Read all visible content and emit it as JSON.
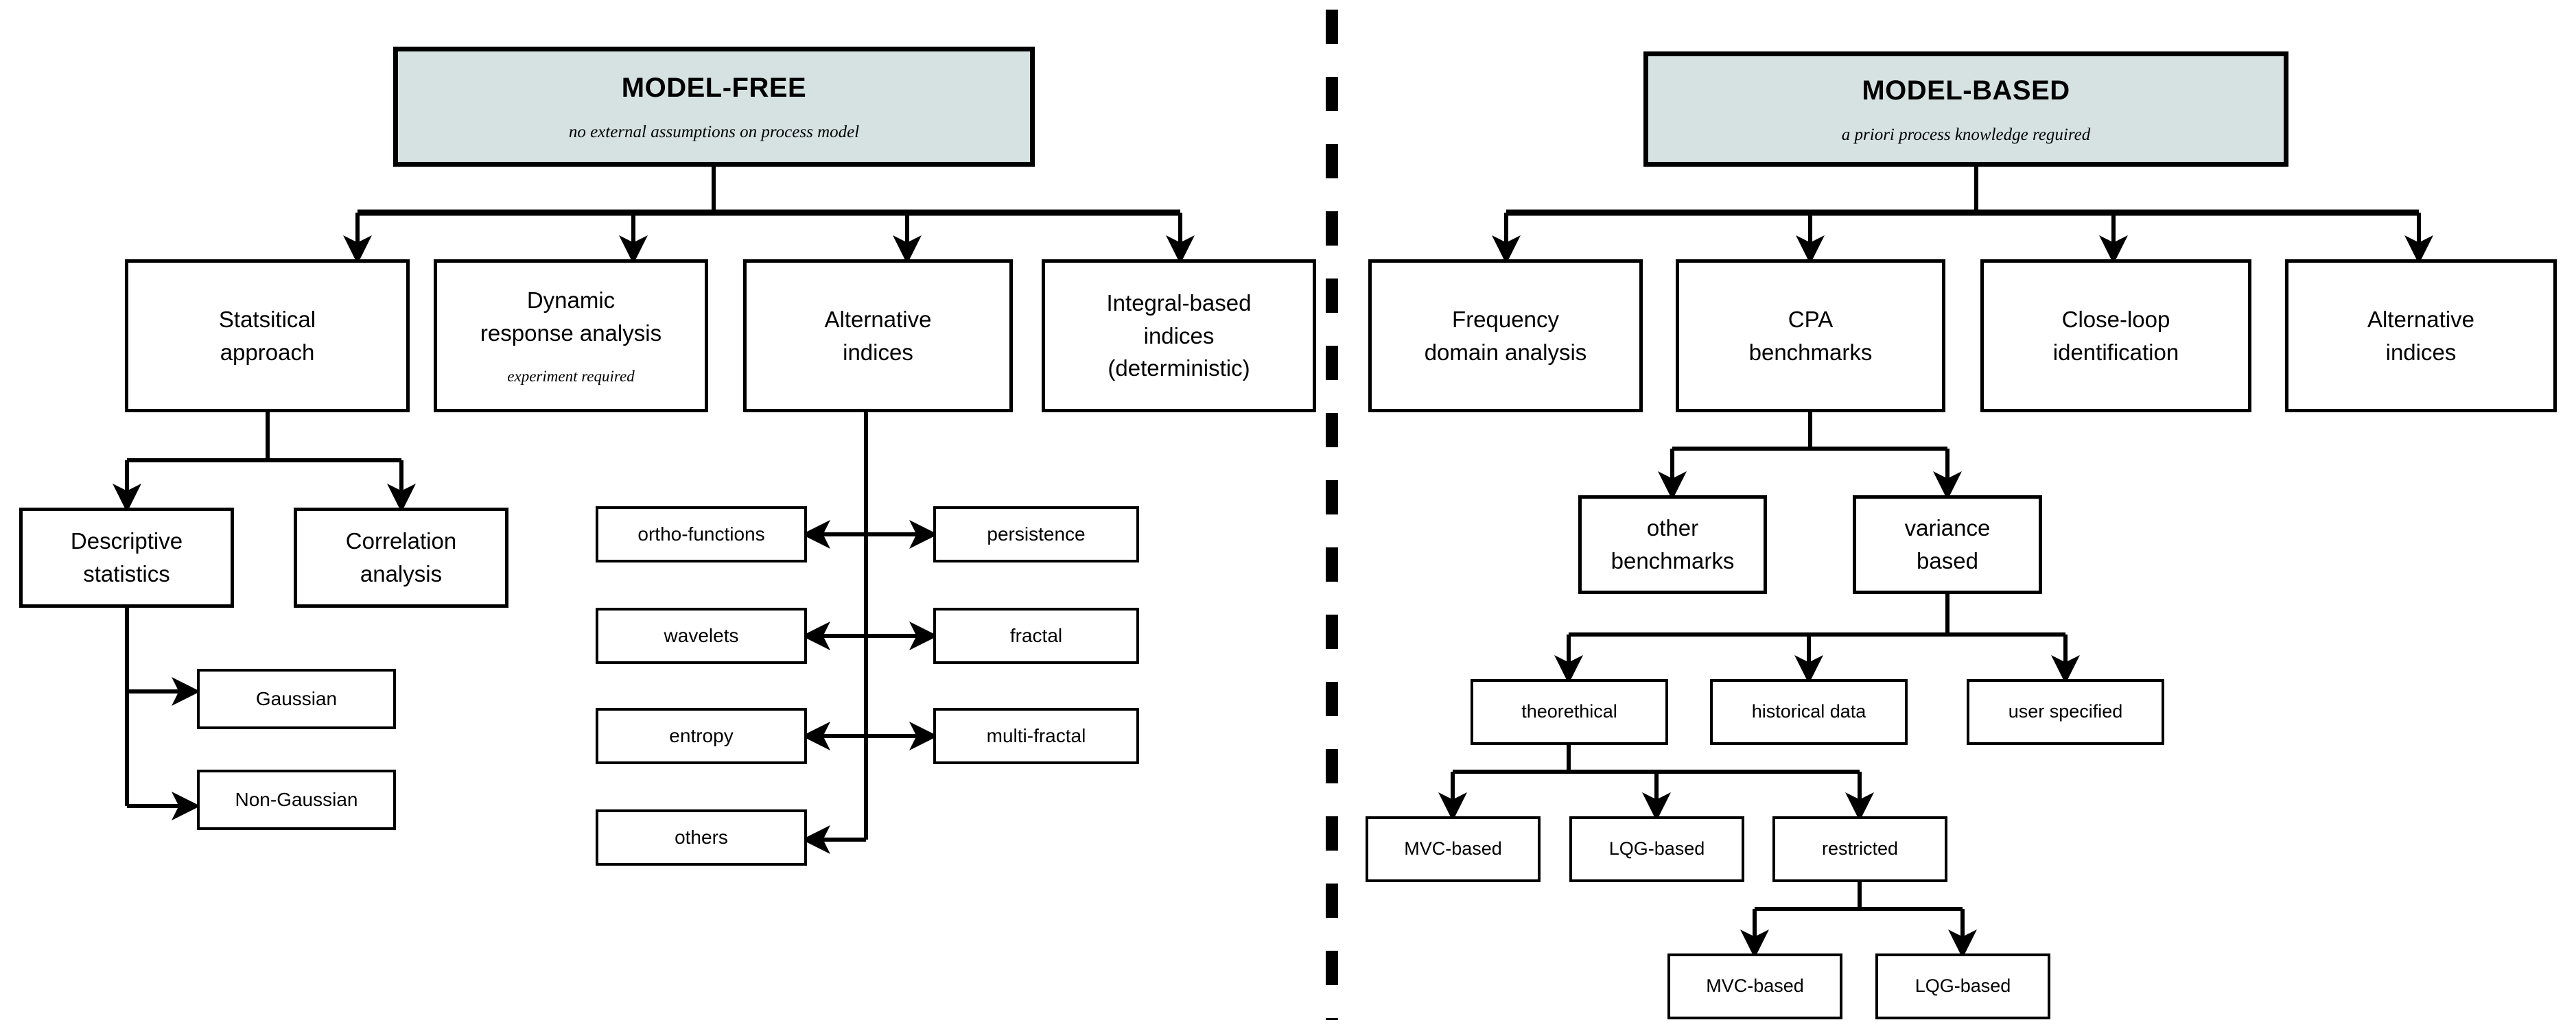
{
  "diagram": {
    "title_left": "MODEL-FREE",
    "title_right": "MODEL-BASED",
    "divider": "vertical-dashed-divider",
    "accent_fill": "#d6e2e2",
    "stroke": "#000000",
    "background": "#ffffff"
  },
  "left": {
    "header": {
      "title": "MODEL-FREE",
      "subtitle": "no external assumptions on process model"
    },
    "level2": [
      {
        "label": "Statsitical\napproach",
        "note": ""
      },
      {
        "label": "Dynamic\nresponse analysis",
        "note": "experiment required"
      },
      {
        "label": "Alternative\nindices",
        "note": ""
      },
      {
        "label": "Integral-based\nindices\n(deterministic)",
        "note": ""
      }
    ],
    "level3": [
      {
        "label": "Descriptive\nstatistics"
      },
      {
        "label": "Correlation\nanalysis"
      }
    ],
    "level4": [
      {
        "label": "Gaussian"
      },
      {
        "label": "Non-Gaussian"
      }
    ],
    "alt_left": [
      {
        "label": "ortho-functions"
      },
      {
        "label": "wavelets"
      },
      {
        "label": "entropy"
      },
      {
        "label": "others"
      }
    ],
    "alt_right": [
      {
        "label": "persistence"
      },
      {
        "label": "fractal"
      },
      {
        "label": "multi-fractal"
      }
    ]
  },
  "right": {
    "header": {
      "title": "MODEL-BASED",
      "subtitle": "a priori process knowledge reguired"
    },
    "level2": [
      {
        "label": "Frequency\ndomain analysis"
      },
      {
        "label": "CPA\nbenchmarks"
      },
      {
        "label": "Close-loop\nidentification"
      },
      {
        "label": "Alternative\nindices"
      }
    ],
    "level3": [
      {
        "label": "other\nbenchmarks"
      },
      {
        "label": "variance\nbased"
      }
    ],
    "level4": [
      {
        "label": "theorethical"
      },
      {
        "label": "historical data"
      },
      {
        "label": "user specified"
      }
    ],
    "level5": [
      {
        "label": "MVC-based"
      },
      {
        "label": "LQG-based"
      },
      {
        "label": "restricted"
      }
    ],
    "level6": [
      {
        "label": "MVC-based"
      },
      {
        "label": "LQG-based"
      }
    ]
  }
}
